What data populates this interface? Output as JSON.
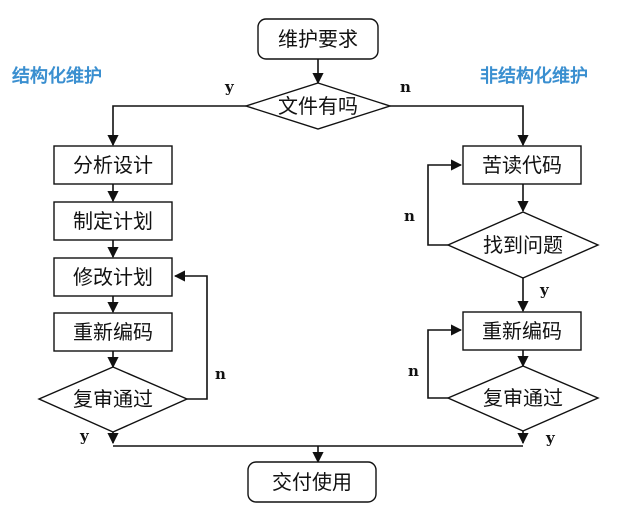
{
  "titles": {
    "left": "结构化维护",
    "right": "非结构化维护"
  },
  "colors": {
    "title": "#3a8fd0",
    "line": "#111111"
  },
  "nodes": {
    "request": "维护要求",
    "has_docs": "文件有吗",
    "analyze": "分析设计",
    "plan": "制定计划",
    "modify_plan": "修改计划",
    "recode_left": "重新编码",
    "review_left": "复审通过",
    "read_code": "苦读代码",
    "find_problem": "找到问题",
    "recode_right": "重新编码",
    "review_right": "复审通过",
    "deliver": "交付使用"
  },
  "edge_labels": {
    "docs_yes": "y",
    "docs_no": "n",
    "review_left_no": "n",
    "review_left_yes": "y",
    "find_no": "n",
    "find_yes": "y",
    "review_right_no": "n",
    "review_right_yes": "y"
  }
}
